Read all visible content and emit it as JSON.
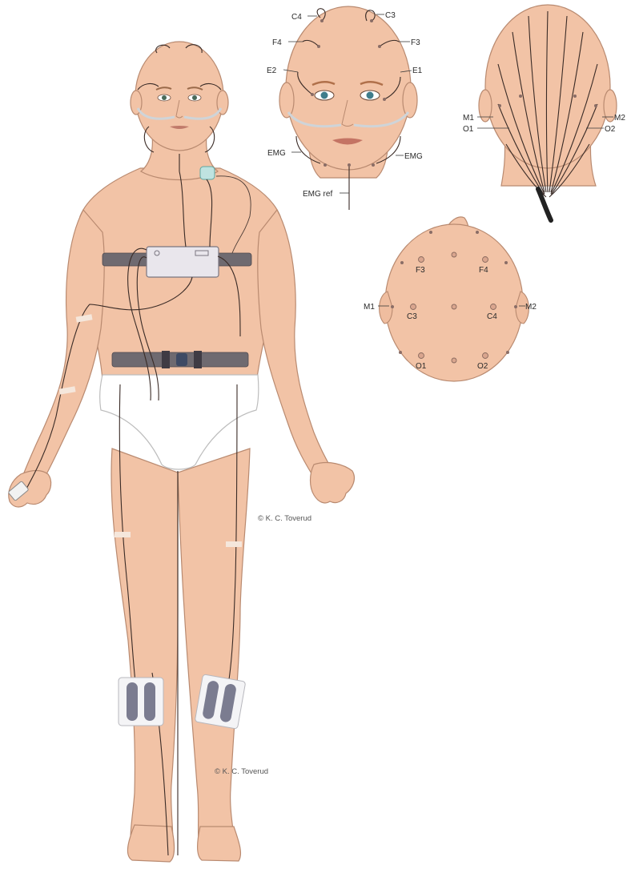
{
  "face_labels": {
    "c4": "C4",
    "c3": "C3",
    "f4": "F4",
    "f3": "F3",
    "e2": "E2",
    "e1": "E1",
    "emg_left": "EMG",
    "emg_right": "EMG",
    "emg_ref": "EMG ref"
  },
  "back_labels": {
    "m1": "M1",
    "o1": "O1",
    "m2": "M2",
    "o2": "O2"
  },
  "top_labels": {
    "f3": "F3",
    "f4": "F4",
    "m1": "M1",
    "m2": "M2",
    "c3": "C3",
    "c4": "C4",
    "o1": "O1",
    "o2": "O2"
  },
  "copyright": {
    "upper": "© K. C. Toverud",
    "lower": "© K. C. Toverud"
  },
  "colors": {
    "skin": "#f2c3a6",
    "strap": "#6f6a70",
    "briefs": "#ffffff",
    "wires": "#3a2b26",
    "oxygen_cannula": "#cfd4d8"
  }
}
